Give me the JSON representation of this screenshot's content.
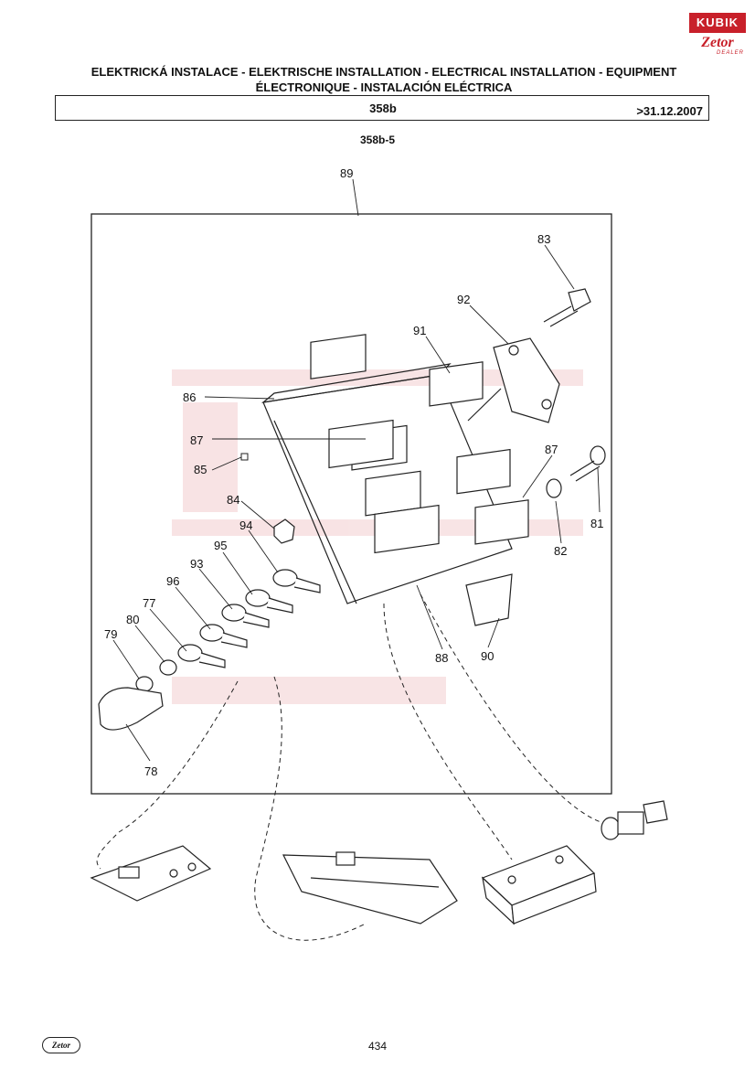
{
  "brand": {
    "primary": "KUBIK",
    "secondary": "Zetor",
    "tag": "DEALER",
    "color": "#c8202a"
  },
  "title_line1": "ELEKTRICKÁ INSTALACE - ELEKTRISCHE INSTALLATION - ELECTRICAL INSTALLATION - EQUIPMENT",
  "title_line2": "ÉLECTRONIQUE - INSTALACIÓN ELÉCTRICA",
  "header": {
    "code": "358b",
    "date": ">31.12.2007"
  },
  "subtitle": "358b-5",
  "callouts": {
    "c89": "89",
    "c83": "83",
    "c92": "92",
    "c91": "91",
    "c86": "86",
    "c87a": "87",
    "c87b": "87",
    "c85": "85",
    "c84": "84",
    "c81": "81",
    "c82": "82",
    "c94": "94",
    "c95": "95",
    "c93": "93",
    "c96": "96",
    "c77": "77",
    "c80": "80",
    "c79": "79",
    "c88": "88",
    "c90": "90",
    "c78": "78"
  },
  "footer": {
    "logo": "Zetor",
    "page": "434"
  }
}
